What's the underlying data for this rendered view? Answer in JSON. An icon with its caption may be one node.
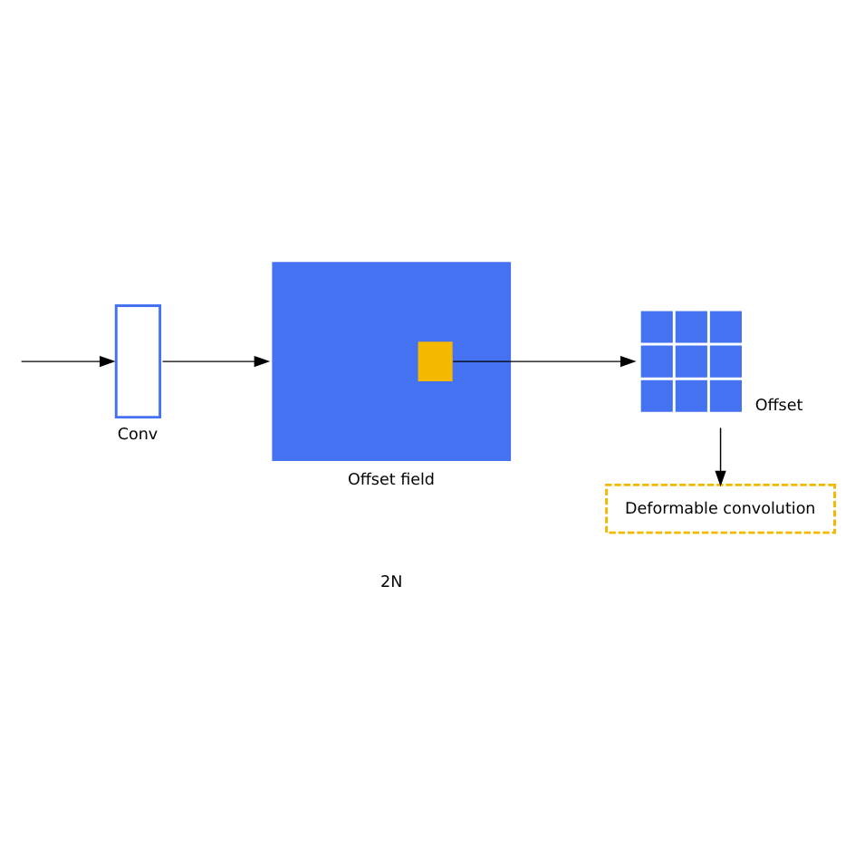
{
  "diagram": {
    "nodes": [
      {
        "text": [
          "Conv"
        ]
      },
      {
        "text": [
          "Offset field"
        ]
      },
      {
        "text": [
          "Offset"
        ]
      },
      {
        "text": [
          "Deformable convolution"
        ]
      }
    ],
    "edges": [
      {
        "from": null,
        "to": 0,
        "arrow": "to"
      },
      {
        "from": 0,
        "to": 1,
        "arrow": "to"
      },
      {
        "from": 1,
        "to": 2,
        "arrow": "to"
      },
      {
        "from": 2,
        "to": 3,
        "arrow": "to"
      }
    ],
    "labels": [
      "2N"
    ]
  }
}
